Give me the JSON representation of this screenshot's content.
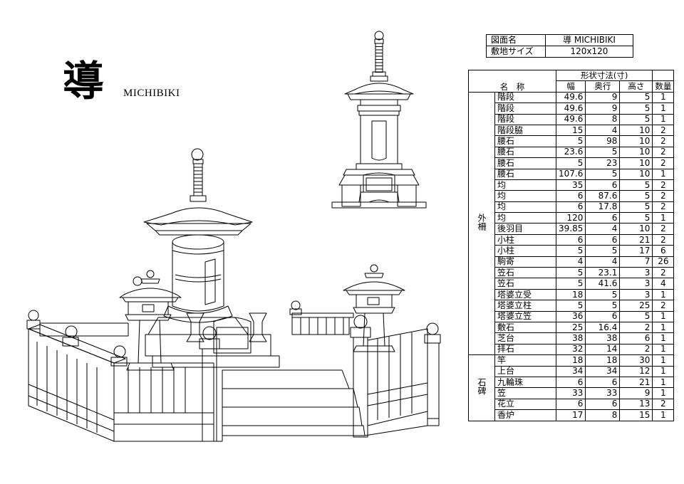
{
  "title": {
    "kanji": "導",
    "romaji": "MICHIBIKI"
  },
  "info": [
    {
      "label": "図面名",
      "value": "導 MICHIBIKI"
    },
    {
      "label": "敷地サイズ",
      "value": "120x120"
    }
  ],
  "spec": {
    "header_group": "形状寸法(寸)",
    "headers": {
      "name": "名　称",
      "width": "幅",
      "depth": "奥行",
      "height": "高さ",
      "qty": "数量"
    },
    "groups": [
      {
        "label": "外柵",
        "rows": [
          {
            "name": "階段",
            "width": "49.6",
            "depth": "9",
            "height": "5",
            "qty": "1"
          },
          {
            "name": "階段",
            "width": "49.6",
            "depth": "9",
            "height": "5",
            "qty": "1"
          },
          {
            "name": "階段",
            "width": "49.6",
            "depth": "8",
            "height": "5",
            "qty": "1"
          },
          {
            "name": "階段脇",
            "width": "15",
            "depth": "4",
            "height": "10",
            "qty": "2"
          },
          {
            "name": "腰石",
            "width": "5",
            "depth": "98",
            "height": "10",
            "qty": "2"
          },
          {
            "name": "腰石",
            "width": "23.6",
            "depth": "5",
            "height": "10",
            "qty": "2"
          },
          {
            "name": "腰石",
            "width": "5",
            "depth": "23",
            "height": "10",
            "qty": "2"
          },
          {
            "name": "腰石",
            "width": "107.6",
            "depth": "5",
            "height": "10",
            "qty": "1"
          },
          {
            "name": "均",
            "width": "35",
            "depth": "6",
            "height": "5",
            "qty": "2"
          },
          {
            "name": "均",
            "width": "6",
            "depth": "87.6",
            "height": "5",
            "qty": "2"
          },
          {
            "name": "均",
            "width": "6",
            "depth": "17.8",
            "height": "5",
            "qty": "2"
          },
          {
            "name": "均",
            "width": "120",
            "depth": "6",
            "height": "5",
            "qty": "1"
          },
          {
            "name": "後羽目",
            "width": "39.85",
            "depth": "4",
            "height": "10",
            "qty": "2"
          },
          {
            "name": "小柱",
            "width": "6",
            "depth": "6",
            "height": "21",
            "qty": "2"
          },
          {
            "name": "小柱",
            "width": "5",
            "depth": "5",
            "height": "17",
            "qty": "6"
          },
          {
            "name": "駒寄",
            "width": "4",
            "depth": "4",
            "height": "7",
            "qty": "26"
          },
          {
            "name": "笠石",
            "width": "5",
            "depth": "23.1",
            "height": "3",
            "qty": "2"
          },
          {
            "name": "笠石",
            "width": "5",
            "depth": "41.6",
            "height": "3",
            "qty": "4"
          },
          {
            "name": "塔婆立受",
            "width": "18",
            "depth": "5",
            "height": "3",
            "qty": "1"
          },
          {
            "name": "塔婆立柱",
            "width": "5",
            "depth": "5",
            "height": "25",
            "qty": "2"
          },
          {
            "name": "塔婆立笠",
            "width": "36",
            "depth": "6",
            "height": "5",
            "qty": "1"
          },
          {
            "name": "敷石",
            "width": "25",
            "depth": "16.4",
            "height": "2",
            "qty": "1"
          },
          {
            "name": "芝台",
            "width": "38",
            "depth": "38",
            "height": "6",
            "qty": "1"
          },
          {
            "name": "拝石",
            "width": "32",
            "depth": "14",
            "height": "2",
            "qty": "1"
          }
        ]
      },
      {
        "label": "石碑",
        "rows": [
          {
            "name": "竿",
            "width": "18",
            "depth": "18",
            "height": "30",
            "qty": "1"
          },
          {
            "name": "上台",
            "width": "34",
            "depth": "34",
            "height": "12",
            "qty": "1"
          },
          {
            "name": "九輪珠",
            "width": "6",
            "depth": "6",
            "height": "21",
            "qty": "1"
          },
          {
            "name": "笠",
            "width": "33",
            "depth": "33",
            "height": "9",
            "qty": "1"
          },
          {
            "name": "花立",
            "width": "6",
            "depth": "6",
            "height": "13",
            "qty": "2"
          },
          {
            "name": "香炉",
            "width": "17",
            "depth": "8",
            "height": "15",
            "qty": "1"
          }
        ]
      }
    ]
  }
}
